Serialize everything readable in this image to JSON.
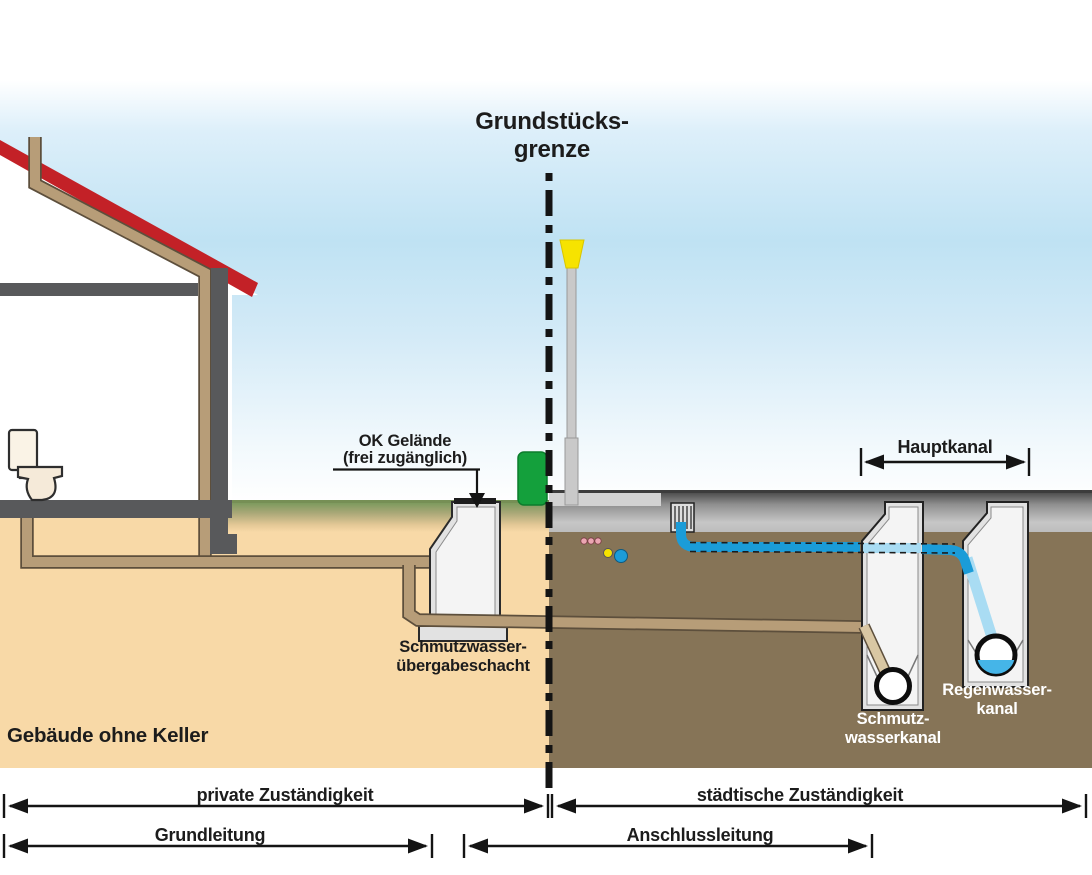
{
  "diagram": {
    "boundary_label": {
      "line1": "Grundstücks-",
      "line2": "grenze"
    },
    "labels": {
      "ok_gelaende": {
        "line1": "OK Gelände",
        "line2": "(frei zugänglich)"
      },
      "uebergabeschacht": {
        "line1": "Schmutzwasser-",
        "line2": "übergabeschacht"
      },
      "hauptkanal": "Hauptkanal",
      "schmutzwasserkanal": {
        "line1": "Schmutz-",
        "line2": "wasserkanal"
      },
      "regenwasserkanal": {
        "line1": "Regenwasser-",
        "line2": "kanal"
      },
      "gebaeude": "Gebäude ohne Keller"
    },
    "dimensions": {
      "private": "private Zuständigkeit",
      "staedtische": "städtische Zuständigkeit",
      "grundleitung": "Grundleitung",
      "anschlussleitung": "Anschlussleitung"
    },
    "colors": {
      "sky_blue": "#bfe2f3",
      "roof_red": "#c32127",
      "wall_gray": "#58595b",
      "pipe_tan": "#b79d78",
      "pipe_outline": "#5d4f3c",
      "pipe_tan_light": "#d9c7a3",
      "soil_private": "#f8d9a7",
      "soil_public": "#867457",
      "grass_green": "#7d9a5e",
      "street_gray": "#9a9a9a",
      "water_blue": "#1b9cd8",
      "water_light": "#a9dcf3",
      "bin_green": "#14a03c",
      "lamp_yellow": "#f6e300",
      "shaft_gray": "#e2e2e2",
      "line_black": "#141414"
    }
  }
}
